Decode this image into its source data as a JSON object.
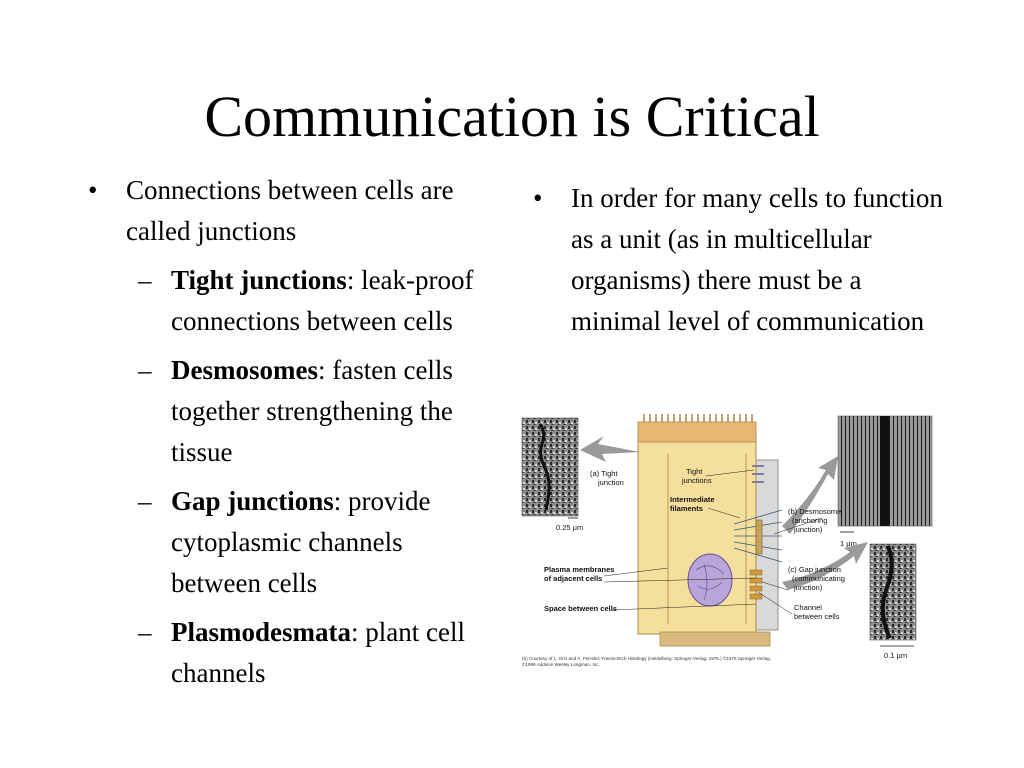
{
  "slide": {
    "title": "Communication is Critical"
  },
  "left_column": {
    "bullet": "Connections between cells are called junctions",
    "subitems": [
      {
        "term": "Tight junctions",
        "rest": ": leak-proof connections between cells"
      },
      {
        "term": "Desmosomes",
        "rest": ": fasten cells together strengthening the tissue"
      },
      {
        "term": "Gap junctions",
        "rest": ": provide cytoplasmic channels between cells"
      },
      {
        "term": "Plasmodesmata",
        "rest": ": plant cell channels"
      }
    ]
  },
  "right_column": {
    "bullet": "In order for many cells to function as a unit (as in multicellular organisms) there must be a minimal level of communication"
  },
  "figure": {
    "labels": {
      "a1": "(a) Tight",
      "a2": "junction",
      "tight1": "Tight",
      "tight2": "junctions",
      "inter1": "Intermediate",
      "inter2": "filaments",
      "b1": "(b) Desmosome",
      "b2": "(anchoring",
      "b3": "junction)",
      "pm1": "Plasma membranes",
      "pm2": "of adjacent cells",
      "space": "Space between cells",
      "c1": "(c) Gap junction",
      "c2": "(communicating",
      "c3": "junction)",
      "ch1": "Channel",
      "ch2": "between cells",
      "scale_a": "0.25 μm",
      "scale_b": "1 μm",
      "scale_c": "0.1 μm"
    },
    "credit1": "(b) Courtesy of L. Orci and A. Perrelet, Freeze-Etch Histology (Heidelberg: Springer-Verlag, 1975.) ©1975 Springer-Verlag.",
    "credit2": "©1999 Addison Wesley Longman, Inc."
  }
}
